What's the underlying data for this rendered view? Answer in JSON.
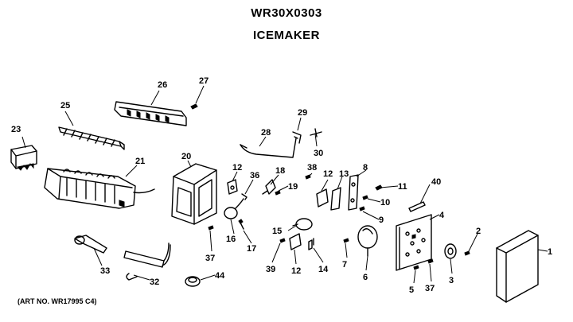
{
  "header": {
    "model_number": "WR30X0303",
    "assembly_name": "ICEMAKER"
  },
  "footer": {
    "art_number": "(ART NO. WR17995 C4)"
  },
  "callouts": [
    "1",
    "2",
    "3",
    "4",
    "5",
    "6",
    "7",
    "8",
    "9",
    "10",
    "11",
    "12",
    "13",
    "14",
    "15",
    "16",
    "17",
    "18",
    "19",
    "20",
    "21",
    "23",
    "25",
    "26",
    "27",
    "28",
    "29",
    "30",
    "32",
    "33",
    "36",
    "37",
    "38",
    "39",
    "40",
    "44"
  ]
}
